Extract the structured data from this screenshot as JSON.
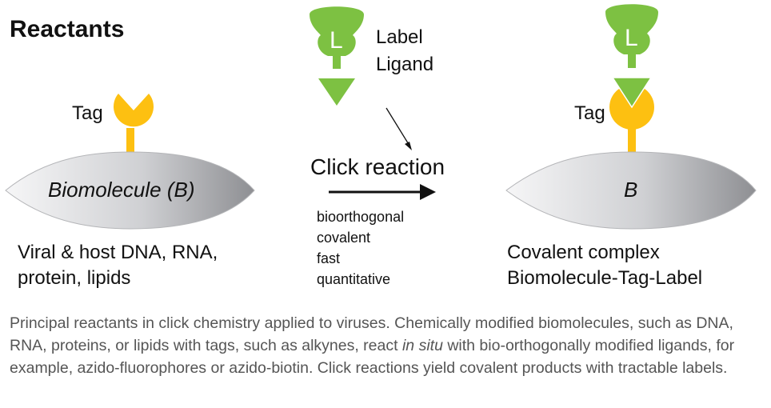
{
  "title": "Reactants",
  "reactant": {
    "tag_label": "Tag",
    "molecule_label": "Biomolecule (B)",
    "description_lines": [
      "Viral & host DNA, RNA,",
      "protein, lipids"
    ]
  },
  "ligand": {
    "glyph": "L",
    "label_lines": [
      "Label",
      "Ligand"
    ]
  },
  "reaction": {
    "title": "Click reaction",
    "properties": [
      "bioorthogonal",
      "covalent",
      "fast",
      "quantitative"
    ]
  },
  "product": {
    "tag_label": "Tag",
    "molecule_label": "B",
    "ligand_glyph": "L",
    "description_lines": [
      "Covalent complex",
      "Biomolecule-Tag-Label"
    ]
  },
  "caption": {
    "text_before_italic": "Principal reactants in click chemistry applied to viruses. Chemically modified biomolecules, such as DNA, RNA, proteins, or lipids with tags, such as alkynes, react ",
    "italic": "in situ",
    "text_after_italic": " with bio-orthogonally modified ligands, for example, azido-fluorophores or azido-biotin. Click reactions yield covalent products with tractable labels."
  },
  "colors": {
    "tag": "#FDC011",
    "ligand": "#7DC142",
    "molecule_light": "#F4F4F5",
    "molecule_dark": "#8E8F93",
    "caption_text": "#555555"
  }
}
